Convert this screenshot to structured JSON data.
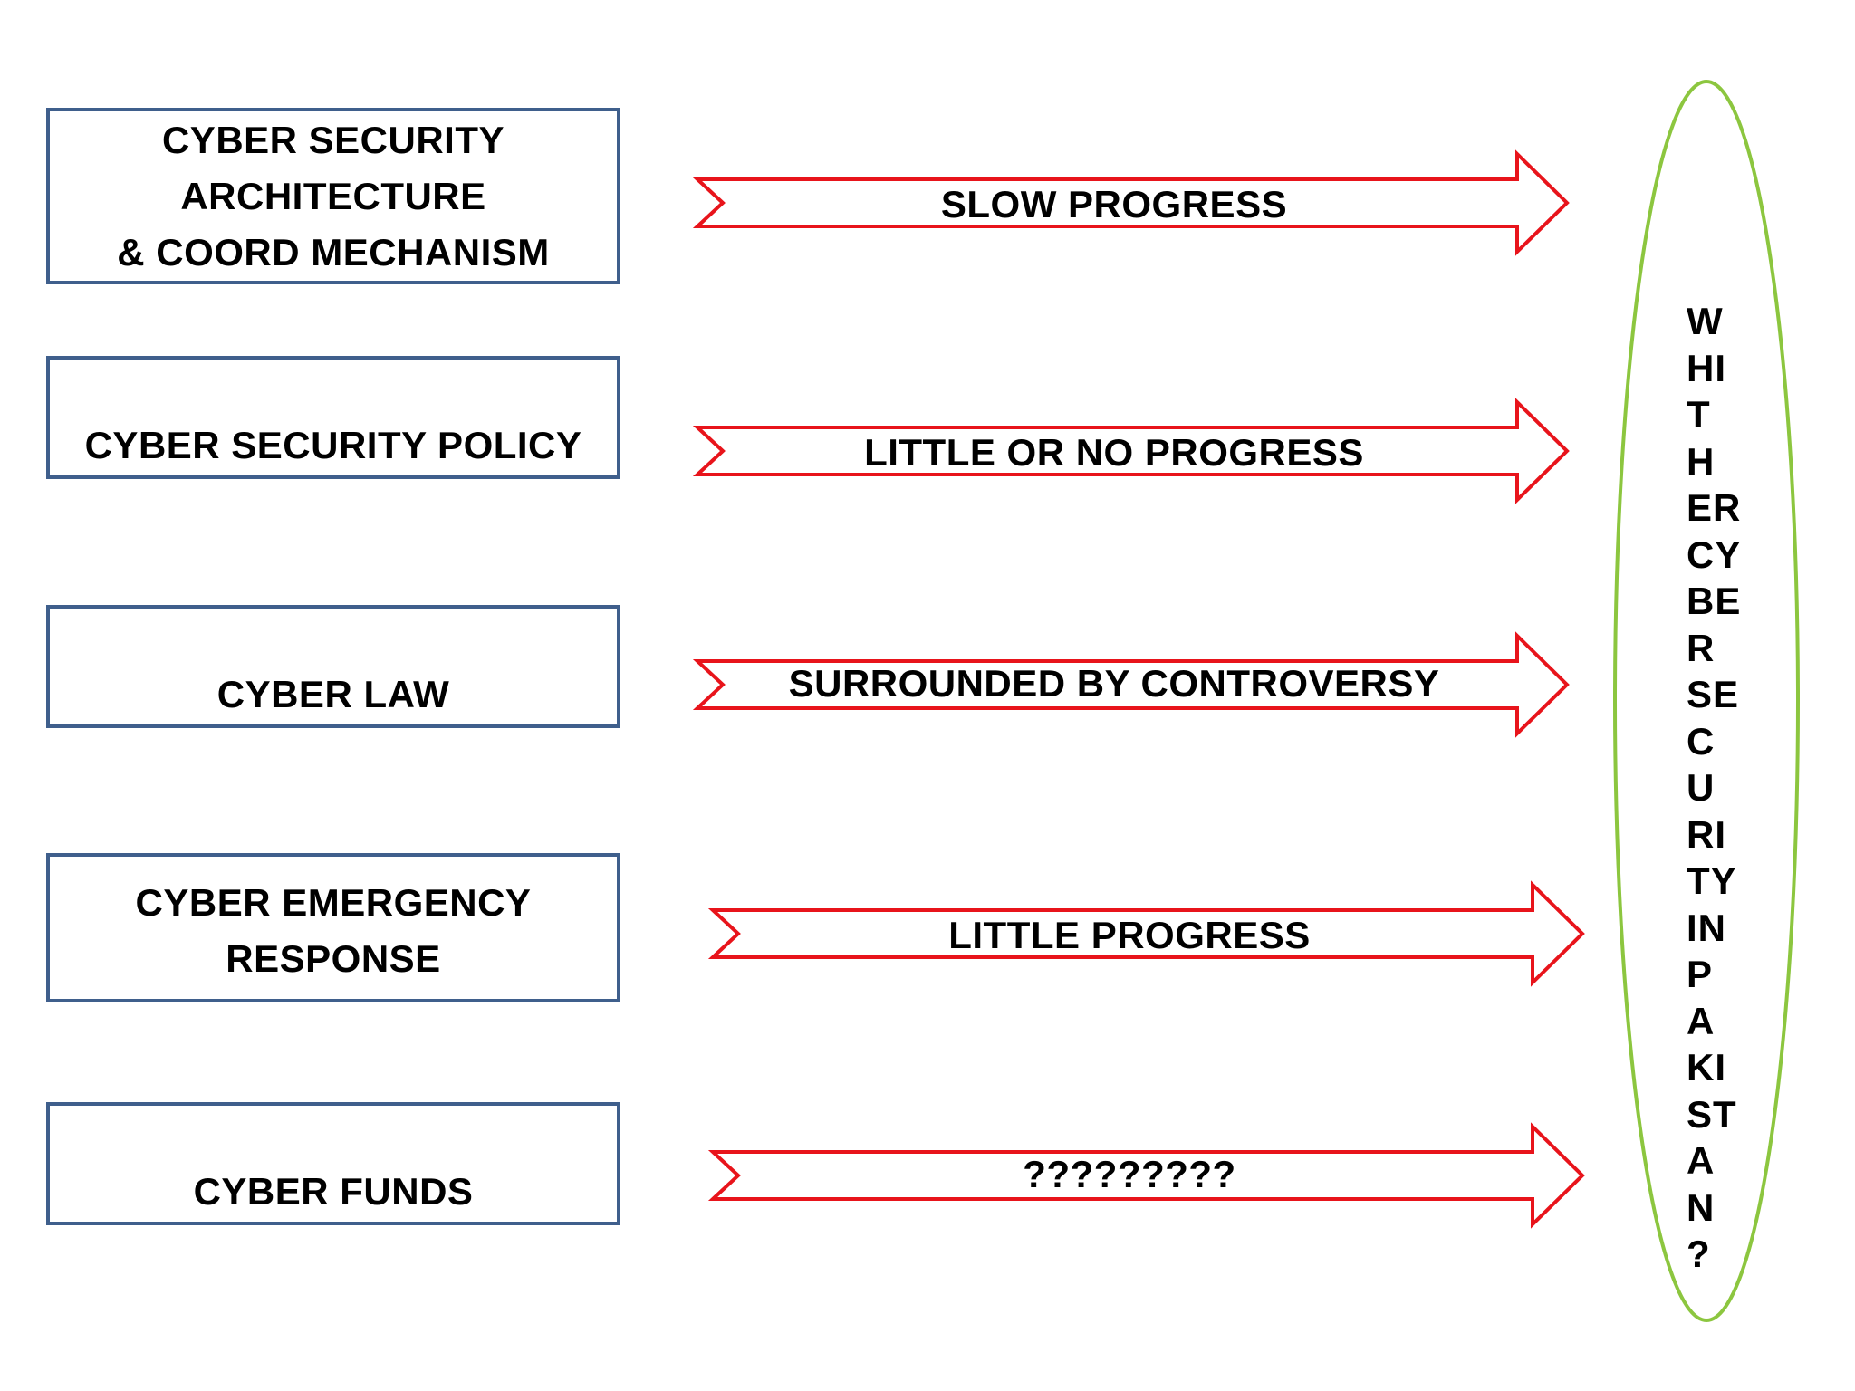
{
  "colors": {
    "box_border": "#3f5f8c",
    "arrow_stroke": "#e8141b",
    "ellipse_stroke": "#8cc63f",
    "text": "#000000"
  },
  "boxes": [
    {
      "lines": [
        "CYBER SECURITY",
        "ARCHITECTURE",
        "& COORD MECHANISM"
      ]
    },
    {
      "lines": [
        "CYBER SECURITY POLICY"
      ]
    },
    {
      "lines": [
        "CYBER LAW"
      ]
    },
    {
      "lines": [
        "CYBER EMERGENCY",
        "RESPONSE"
      ]
    },
    {
      "lines": [
        "CYBER FUNDS"
      ]
    }
  ],
  "arrows": [
    {
      "label": "SLOW PROGRESS"
    },
    {
      "label": "LITTLE OR NO PROGRESS"
    },
    {
      "label": "SURROUNDED BY CONTROVERSY"
    },
    {
      "label": "LITTLE PROGRESS"
    },
    {
      "label": "?????????"
    }
  ],
  "vertical_question": {
    "lines": [
      "W",
      "HI",
      "T",
      "H",
      "ER",
      "CY",
      "BE",
      "R",
      "SE",
      "C",
      "U",
      "RI",
      "TY",
      "IN",
      "P",
      "A",
      "KI",
      "ST",
      "A",
      "N",
      "?"
    ]
  }
}
